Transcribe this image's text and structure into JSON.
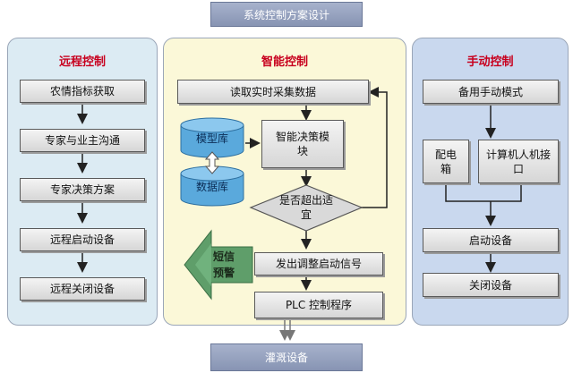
{
  "top_banner": "系统控制方案设计",
  "bottom_banner": "灌溉设备",
  "left": {
    "title": "远程控制",
    "steps": [
      "农情指标获取",
      "专家与业主沟通",
      "专家决策方案",
      "远程启动设备",
      "远程关闭设备"
    ]
  },
  "middle": {
    "title": "智能控制",
    "read_data": "读取实时采集数据",
    "model_db": "模型库",
    "data_db": "数据库",
    "decision": "智能决策模块",
    "check": "是否超出适宜",
    "sms": "短信预警",
    "signal": "发出调整启动信号",
    "plc": "PLC 控制程序"
  },
  "right": {
    "title": "手动控制",
    "mode": "备用手动模式",
    "box_a": "配电箱",
    "box_b": "计算机人机接口",
    "start": "启动设备",
    "stop": "关闭设备"
  },
  "colors": {
    "title_red": "#c8001e",
    "panel_left": "#dcebf3",
    "panel_mid": "#fbf8d8",
    "panel_right": "#c9d8ee",
    "banner": "#8794b3",
    "cylinder": "#5aa9dc",
    "sms_arrow": "#5f9e6a"
  }
}
